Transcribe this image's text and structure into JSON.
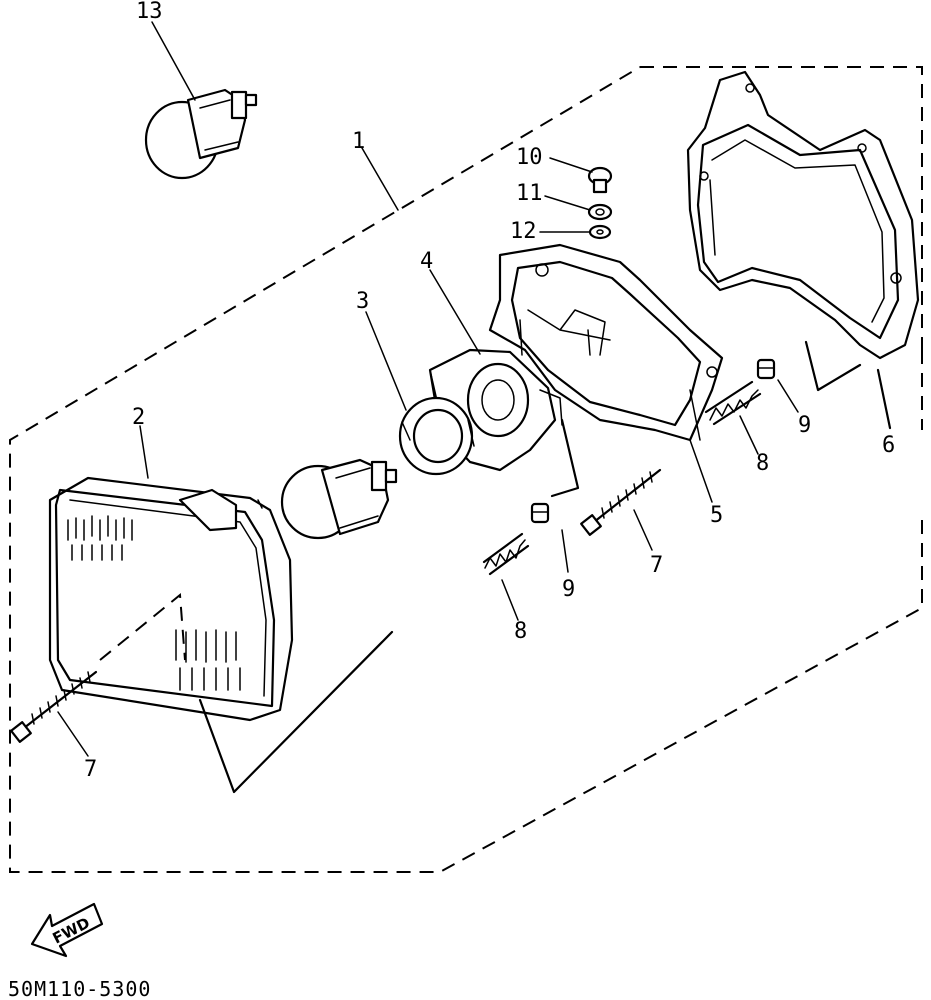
{
  "callouts": [
    {
      "id": "c13",
      "label": "13"
    },
    {
      "id": "c1",
      "label": "1"
    },
    {
      "id": "c10",
      "label": "10"
    },
    {
      "id": "c11",
      "label": "11"
    },
    {
      "id": "c12",
      "label": "12"
    },
    {
      "id": "c4",
      "label": "4"
    },
    {
      "id": "c3",
      "label": "3"
    },
    {
      "id": "c2",
      "label": "2"
    },
    {
      "id": "c9a",
      "label": "9"
    },
    {
      "id": "c9b",
      "label": "9"
    },
    {
      "id": "c6",
      "label": "6"
    },
    {
      "id": "c8a",
      "label": "8"
    },
    {
      "id": "c8b",
      "label": "8"
    },
    {
      "id": "c5",
      "label": "5"
    },
    {
      "id": "c7a",
      "label": "7"
    },
    {
      "id": "c7b",
      "label": "7"
    }
  ],
  "fwd_label": "FWD",
  "catalog_code": "50M110-5300"
}
